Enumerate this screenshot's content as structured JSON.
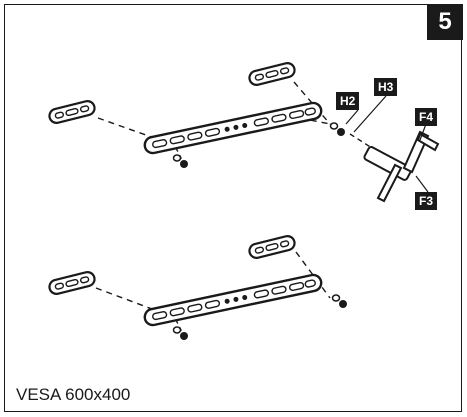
{
  "step_number": "5",
  "caption": "VESA 600x400",
  "part_labels": {
    "h2": "H2",
    "h3": "H3",
    "f4": "F4",
    "f3": "F3"
  },
  "colors": {
    "ink": "#1a1a1a",
    "background": "#ffffff"
  }
}
